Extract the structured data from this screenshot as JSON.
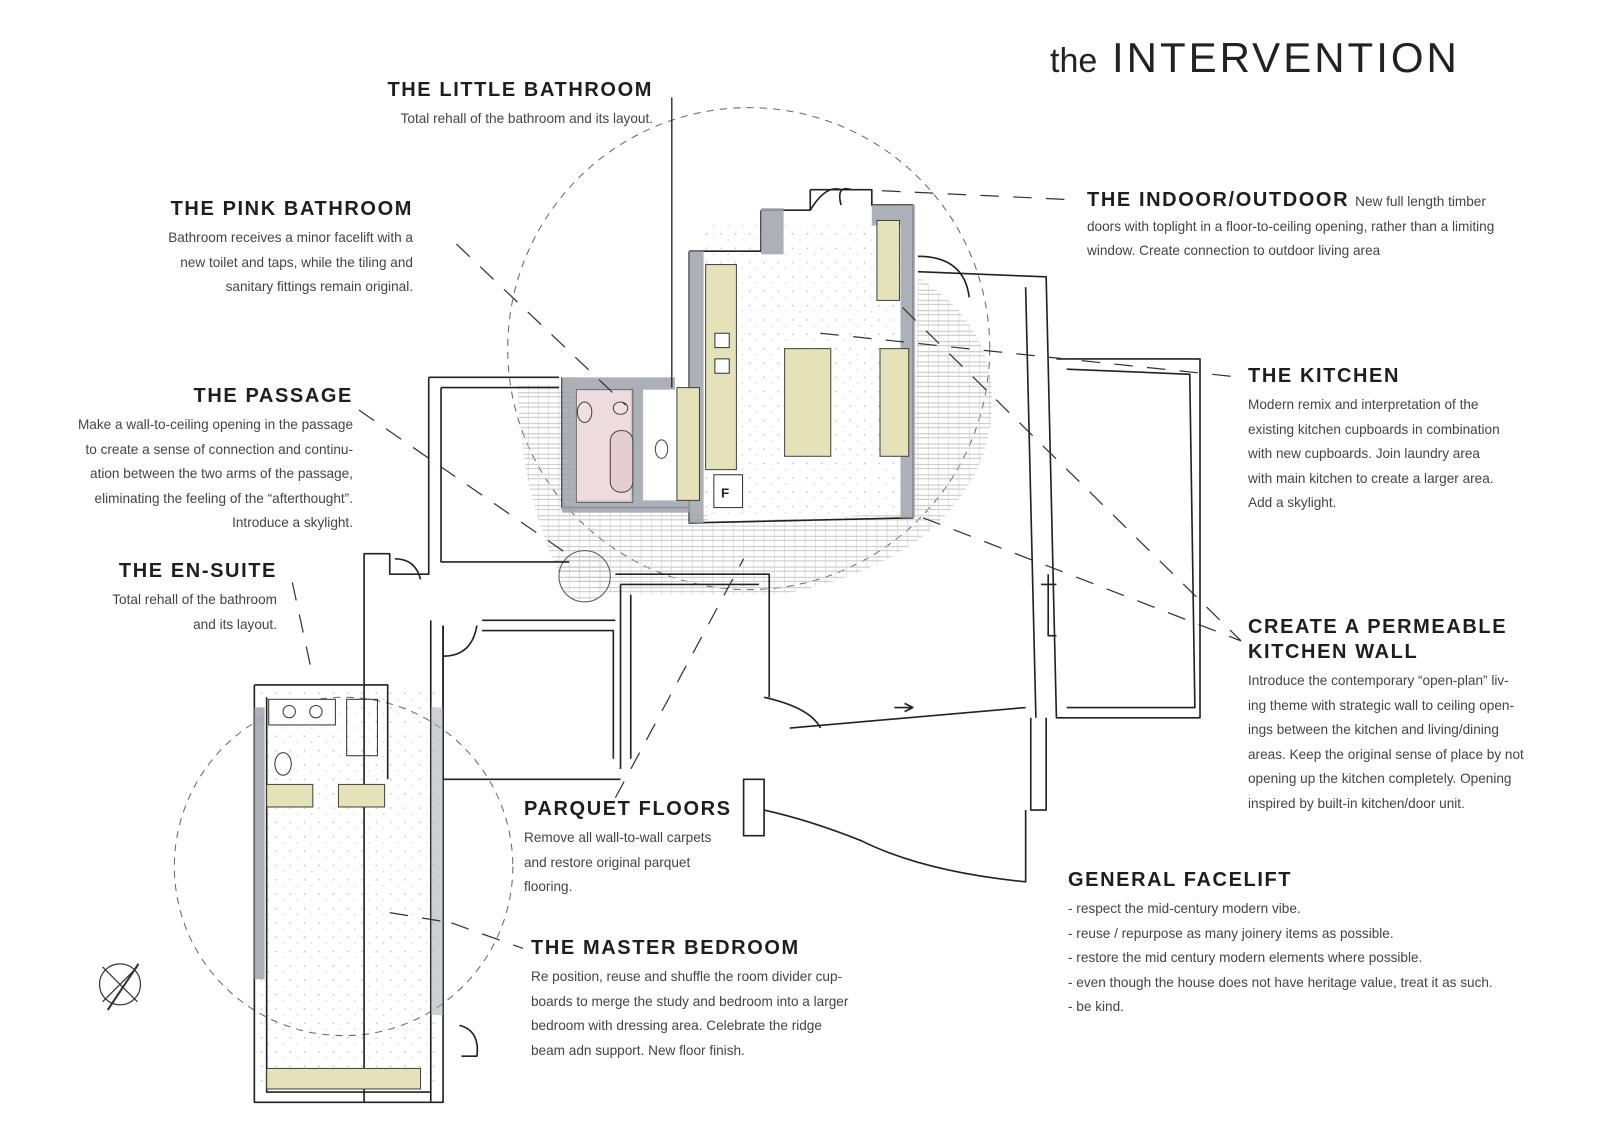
{
  "title": {
    "prefix": "the",
    "main": "INTERVENTION"
  },
  "notes": {
    "little_bathroom": {
      "heading": "THE LITTLE BATHROOM",
      "lines": [
        "Total rehall of the bathroom and its layout."
      ]
    },
    "pink_bathroom": {
      "heading": "THE PINK BATHROOM",
      "lines": [
        "Bathroom receives a minor facelift with a",
        "new toilet and taps, while the tiling and",
        "sanitary fittings remain original."
      ]
    },
    "passage": {
      "heading": "THE PASSAGE",
      "lines": [
        "Make a wall-to-ceiling opening   in the passage",
        "to create a sense of connection and continu-",
        "ation between the two arms of the passage,",
        "eliminating the feeling of the “afterthought”.",
        "Introduce a skylight."
      ]
    },
    "en_suite": {
      "heading": "THE EN-SUITE",
      "lines": [
        "Total rehall of the bathroom",
        "and its layout."
      ]
    },
    "parquet": {
      "heading": "PARQUET FLOORS",
      "lines": [
        "Remove all wall-to-wall carpets",
        "and restore original parquet",
        "flooring."
      ]
    },
    "master_bedroom": {
      "heading": "THE MASTER BEDROOM",
      "lines": [
        "Re position, reuse and shuffle the room divider cup-",
        "boards to merge the study and bedroom into a larger",
        "bedroom with dressing area.  Celebrate the ridge",
        "beam adn support.  New floor finish."
      ]
    },
    "indoor_outdoor": {
      "heading": "THE INDOOR/OUTDOOR",
      "lines": [
        "New full length timber",
        "doors with toplight in a  floor-to-ceiling opening, rather than a limiting",
        "window. Create connection to outdoor living area"
      ]
    },
    "kitchen": {
      "heading": "THE KITCHEN",
      "lines": [
        "Modern remix and interpretation of the",
        "existing kitchen cupboards in combination",
        "with new cupboards. Join laundry area",
        "with main kitchen to create a larger area.",
        "Add a skylight."
      ]
    },
    "permeable_wall": {
      "heading_lines": [
        "CREATE A PERMEABLE",
        "KITCHEN WALL"
      ],
      "lines": [
        "Introduce the  contemporary “open-plan” liv-",
        "ing theme with strategic wall to ceiling open-",
        "ings between the kitchen and living/dining",
        "areas.  Keep the original sense of place by not",
        "opening up the kitchen completely. Opening",
        "inspired by built-in kitchen/door unit."
      ]
    },
    "general_facelift": {
      "heading": "GENERAL FACELIFT",
      "lines": [
        "- respect the mid-century modern vibe.",
        "- reuse / repurpose as many joinery items as possible.",
        "-  restore the mid century modern elements where possible.",
        "- even though the house does not have heritage value, treat it as such.",
        "- be kind."
      ]
    }
  },
  "plan_labels": {
    "fridge": "F"
  },
  "colors": {
    "wall_fill": "#9ea3ab",
    "cupboard": "#e4e2b8",
    "pink_bath": "#e6cdd2",
    "ink": "#222222",
    "hatch": "#b5b5b5"
  }
}
